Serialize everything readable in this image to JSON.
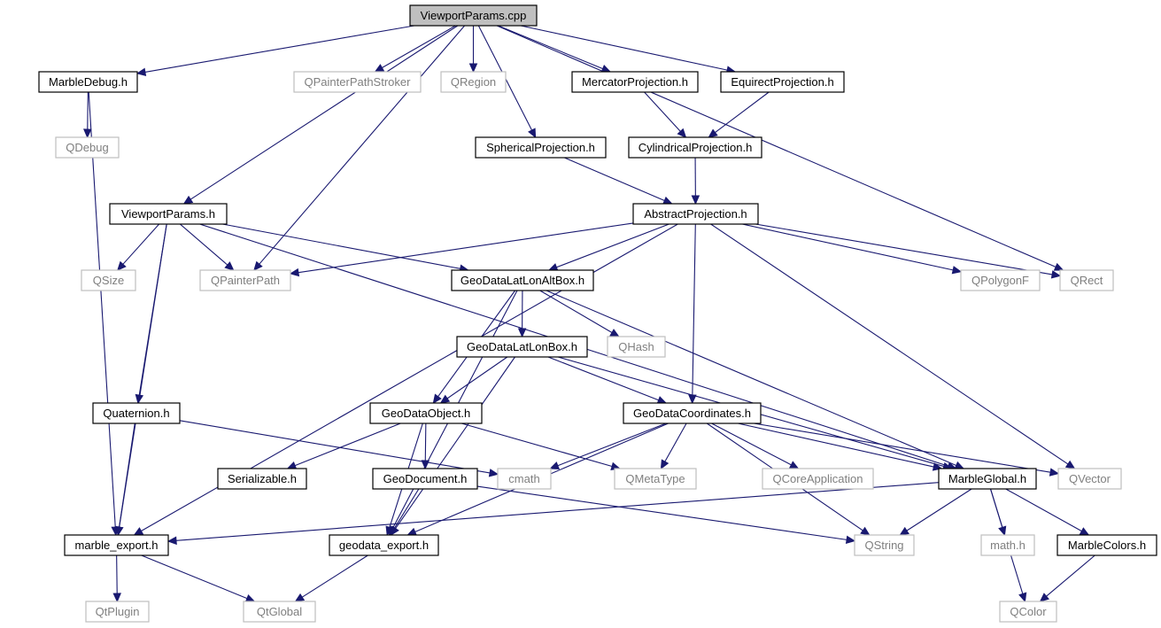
{
  "diagram": {
    "colors": {
      "edge": "#191970",
      "internal_border": "#000000",
      "external_border": "#bfbfbf",
      "root_fill": "#bfbfbf",
      "node_fill": "#ffffff",
      "internal_text": "#000000",
      "external_text": "#7f7f7f"
    },
    "nodes": [
      {
        "id": "viewportparams_cpp",
        "label": "ViewportParams.cpp",
        "kind": "root"
      },
      {
        "id": "marbledebug_h",
        "label": "MarbleDebug.h",
        "kind": "internal"
      },
      {
        "id": "qpainterpathstroker",
        "label": "QPainterPathStroker",
        "kind": "external"
      },
      {
        "id": "qregion",
        "label": "QRegion",
        "kind": "external"
      },
      {
        "id": "mercatorprojection_h",
        "label": "MercatorProjection.h",
        "kind": "internal"
      },
      {
        "id": "equirectprojection_h",
        "label": "EquirectProjection.h",
        "kind": "internal"
      },
      {
        "id": "qdebug",
        "label": "QDebug",
        "kind": "external"
      },
      {
        "id": "sphericalprojection_h",
        "label": "SphericalProjection.h",
        "kind": "internal"
      },
      {
        "id": "cylindricalprojection_h",
        "label": "CylindricalProjection.h",
        "kind": "internal"
      },
      {
        "id": "viewportparams_h",
        "label": "ViewportParams.h",
        "kind": "internal"
      },
      {
        "id": "abstractprojection_h",
        "label": "AbstractProjection.h",
        "kind": "internal"
      },
      {
        "id": "qsize",
        "label": "QSize",
        "kind": "external"
      },
      {
        "id": "qpainterpath",
        "label": "QPainterPath",
        "kind": "external"
      },
      {
        "id": "geodatalatlonaltbox_h",
        "label": "GeoDataLatLonAltBox.h",
        "kind": "internal"
      },
      {
        "id": "qpolygonf",
        "label": "QPolygonF",
        "kind": "external"
      },
      {
        "id": "qrect",
        "label": "QRect",
        "kind": "external"
      },
      {
        "id": "geodatalatlonbox_h",
        "label": "GeoDataLatLonBox.h",
        "kind": "internal"
      },
      {
        "id": "qhash",
        "label": "QHash",
        "kind": "external"
      },
      {
        "id": "quaternion_h",
        "label": "Quaternion.h",
        "kind": "internal"
      },
      {
        "id": "geodataobject_h",
        "label": "GeoDataObject.h",
        "kind": "internal"
      },
      {
        "id": "geodatacoordinates_h",
        "label": "GeoDataCoordinates.h",
        "kind": "internal"
      },
      {
        "id": "serializable_h",
        "label": "Serializable.h",
        "kind": "internal"
      },
      {
        "id": "geodocument_h",
        "label": "GeoDocument.h",
        "kind": "internal"
      },
      {
        "id": "cmath",
        "label": "cmath",
        "kind": "external"
      },
      {
        "id": "qmetatype",
        "label": "QMetaType",
        "kind": "external"
      },
      {
        "id": "qcoreapplication",
        "label": "QCoreApplication",
        "kind": "external"
      },
      {
        "id": "marbleglobal_h",
        "label": "MarbleGlobal.h",
        "kind": "internal"
      },
      {
        "id": "qvector",
        "label": "QVector",
        "kind": "external"
      },
      {
        "id": "marble_export_h",
        "label": "marble_export.h",
        "kind": "internal"
      },
      {
        "id": "geodata_export_h",
        "label": "geodata_export.h",
        "kind": "internal"
      },
      {
        "id": "qstring",
        "label": "QString",
        "kind": "external"
      },
      {
        "id": "math_h",
        "label": "math.h",
        "kind": "external"
      },
      {
        "id": "marblecolors_h",
        "label": "MarbleColors.h",
        "kind": "internal"
      },
      {
        "id": "qtplugin",
        "label": "QtPlugin",
        "kind": "external"
      },
      {
        "id": "qtglobal",
        "label": "QtGlobal",
        "kind": "external"
      },
      {
        "id": "qcolor",
        "label": "QColor",
        "kind": "external"
      }
    ],
    "edges": [
      {
        "from": "viewportparams_cpp",
        "to": "marbledebug_h"
      },
      {
        "from": "viewportparams_cpp",
        "to": "qpainterpathstroker"
      },
      {
        "from": "viewportparams_cpp",
        "to": "qregion"
      },
      {
        "from": "viewportparams_cpp",
        "to": "mercatorprojection_h"
      },
      {
        "from": "viewportparams_cpp",
        "to": "equirectprojection_h"
      },
      {
        "from": "viewportparams_cpp",
        "to": "sphericalprojection_h"
      },
      {
        "from": "viewportparams_cpp",
        "to": "viewportparams_h"
      },
      {
        "from": "viewportparams_cpp",
        "to": "qpainterpath"
      },
      {
        "from": "viewportparams_cpp",
        "to": "qrect"
      },
      {
        "from": "marbledebug_h",
        "to": "qdebug"
      },
      {
        "from": "marbledebug_h",
        "to": "marble_export_h"
      },
      {
        "from": "mercatorprojection_h",
        "to": "cylindricalprojection_h"
      },
      {
        "from": "equirectprojection_h",
        "to": "cylindricalprojection_h"
      },
      {
        "from": "sphericalprojection_h",
        "to": "abstractprojection_h"
      },
      {
        "from": "cylindricalprojection_h",
        "to": "abstractprojection_h"
      },
      {
        "from": "viewportparams_h",
        "to": "qsize"
      },
      {
        "from": "viewportparams_h",
        "to": "qpainterpath"
      },
      {
        "from": "viewportparams_h",
        "to": "geodatalatlonaltbox_h"
      },
      {
        "from": "viewportparams_h",
        "to": "quaternion_h"
      },
      {
        "from": "viewportparams_h",
        "to": "marble_export_h"
      },
      {
        "from": "viewportparams_h",
        "to": "marbleglobal_h"
      },
      {
        "from": "abstractprojection_h",
        "to": "qpainterpath"
      },
      {
        "from": "abstractprojection_h",
        "to": "geodatalatlonaltbox_h"
      },
      {
        "from": "abstractprojection_h",
        "to": "qpolygonf"
      },
      {
        "from": "abstractprojection_h",
        "to": "qrect"
      },
      {
        "from": "abstractprojection_h",
        "to": "geodatacoordinates_h"
      },
      {
        "from": "abstractprojection_h",
        "to": "qvector"
      },
      {
        "from": "abstractprojection_h",
        "to": "marble_export_h"
      },
      {
        "from": "geodatalatlonaltbox_h",
        "to": "geodatalatlonbox_h"
      },
      {
        "from": "geodatalatlonaltbox_h",
        "to": "qhash"
      },
      {
        "from": "geodatalatlonaltbox_h",
        "to": "geodataobject_h"
      },
      {
        "from": "geodatalatlonaltbox_h",
        "to": "marbleglobal_h"
      },
      {
        "from": "geodatalatlonaltbox_h",
        "to": "geodata_export_h"
      },
      {
        "from": "geodatalatlonbox_h",
        "to": "geodataobject_h"
      },
      {
        "from": "geodatalatlonbox_h",
        "to": "geodatacoordinates_h"
      },
      {
        "from": "geodatalatlonbox_h",
        "to": "marbleglobal_h"
      },
      {
        "from": "geodatalatlonbox_h",
        "to": "geodata_export_h"
      },
      {
        "from": "quaternion_h",
        "to": "cmath"
      },
      {
        "from": "quaternion_h",
        "to": "marble_export_h"
      },
      {
        "from": "geodataobject_h",
        "to": "serializable_h"
      },
      {
        "from": "geodataobject_h",
        "to": "geodocument_h"
      },
      {
        "from": "geodataobject_h",
        "to": "qmetatype"
      },
      {
        "from": "geodataobject_h",
        "to": "geodata_export_h"
      },
      {
        "from": "geodatacoordinates_h",
        "to": "cmath"
      },
      {
        "from": "geodatacoordinates_h",
        "to": "qmetatype"
      },
      {
        "from": "geodatacoordinates_h",
        "to": "qcoreapplication"
      },
      {
        "from": "geodatacoordinates_h",
        "to": "marbleglobal_h"
      },
      {
        "from": "geodatacoordinates_h",
        "to": "qvector"
      },
      {
        "from": "geodatacoordinates_h",
        "to": "qstring"
      },
      {
        "from": "geodatacoordinates_h",
        "to": "geodata_export_h"
      },
      {
        "from": "geodocument_h",
        "to": "geodata_export_h"
      },
      {
        "from": "geodocument_h",
        "to": "qstring"
      },
      {
        "from": "marbleglobal_h",
        "to": "qstring"
      },
      {
        "from": "marbleglobal_h",
        "to": "math_h"
      },
      {
        "from": "marbleglobal_h",
        "to": "marblecolors_h"
      },
      {
        "from": "marbleglobal_h",
        "to": "qcolor"
      },
      {
        "from": "marbleglobal_h",
        "to": "marble_export_h"
      },
      {
        "from": "marble_export_h",
        "to": "qtplugin"
      },
      {
        "from": "marble_export_h",
        "to": "qtglobal"
      },
      {
        "from": "geodata_export_h",
        "to": "qtglobal"
      },
      {
        "from": "marblecolors_h",
        "to": "qcolor"
      }
    ]
  }
}
